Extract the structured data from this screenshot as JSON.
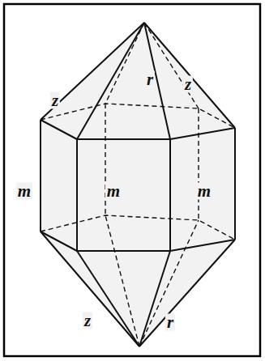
{
  "diagram": {
    "labels": [
      "z",
      "r",
      "z",
      "m",
      "m",
      "m",
      "z",
      "r"
    ]
  }
}
